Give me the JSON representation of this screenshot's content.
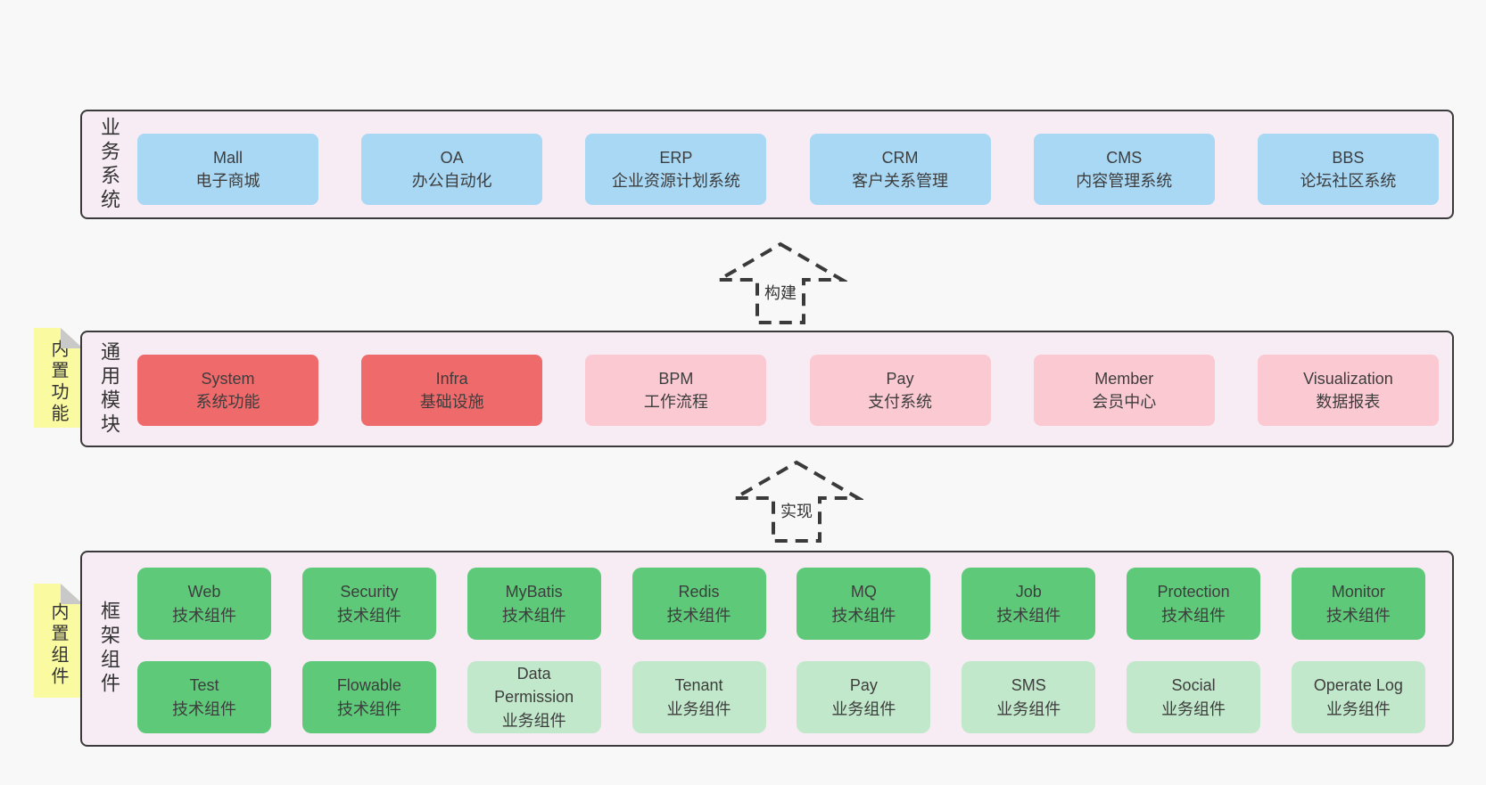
{
  "colors": {
    "page_bg": "#f8f8f8",
    "band_bg": "#f7ecf4",
    "border": "#3a3a3a",
    "blue": "#a9d8f5",
    "red": "#ee6a6b",
    "pink": "#fbc9d2",
    "green": "#5fc97a",
    "light_green": "#c2e8cb",
    "sticky_yellow": "#fafaa1",
    "fold_gray": "#c9c9c9",
    "text": "#3d3d3d"
  },
  "bands": [
    {
      "title": "业务系统",
      "nodes": [
        {
          "tone": "blue",
          "lines": [
            "Mall",
            "电子商城"
          ]
        },
        {
          "tone": "blue",
          "lines": [
            "OA",
            "办公自动化"
          ]
        },
        {
          "tone": "blue",
          "lines": [
            "ERP",
            "企业资源计划系统"
          ]
        },
        {
          "tone": "blue",
          "lines": [
            "CRM",
            "客户关系管理"
          ]
        },
        {
          "tone": "blue",
          "lines": [
            "CMS",
            "内容管理系统"
          ]
        },
        {
          "tone": "blue",
          "lines": [
            "BBS",
            "论坛社区系统"
          ]
        }
      ]
    },
    {
      "title": "通用模块",
      "sticky": "内置功能",
      "nodes": [
        {
          "tone": "red",
          "lines": [
            "System",
            "系统功能"
          ]
        },
        {
          "tone": "red",
          "lines": [
            "Infra",
            "基础设施"
          ]
        },
        {
          "tone": "pink",
          "lines": [
            "BPM",
            "工作流程"
          ]
        },
        {
          "tone": "pink",
          "lines": [
            "Pay",
            "支付系统"
          ]
        },
        {
          "tone": "pink",
          "lines": [
            "Member",
            "会员中心"
          ]
        },
        {
          "tone": "pink",
          "lines": [
            "Visualization",
            "数据报表"
          ]
        }
      ]
    },
    {
      "title": "框架组件",
      "sticky": "内置组件",
      "rows": [
        [
          {
            "tone": "green",
            "lines": [
              "Web",
              "技术组件"
            ]
          },
          {
            "tone": "green",
            "lines": [
              "Security",
              "技术组件"
            ]
          },
          {
            "tone": "green",
            "lines": [
              "MyBatis",
              "技术组件"
            ]
          },
          {
            "tone": "green",
            "lines": [
              "Redis",
              "技术组件"
            ]
          },
          {
            "tone": "green",
            "lines": [
              "MQ",
              "技术组件"
            ]
          },
          {
            "tone": "green",
            "lines": [
              "Job",
              "技术组件"
            ]
          },
          {
            "tone": "green",
            "lines": [
              "Protection",
              "技术组件"
            ]
          },
          {
            "tone": "green",
            "lines": [
              "Monitor",
              "技术组件"
            ]
          }
        ],
        [
          {
            "tone": "green",
            "lines": [
              "Test",
              "技术组件"
            ]
          },
          {
            "tone": "green",
            "lines": [
              "Flowable",
              "技术组件"
            ]
          },
          {
            "tone": "lightgreen",
            "lines": [
              "Data",
              "Permission",
              "业务组件"
            ]
          },
          {
            "tone": "lightgreen",
            "lines": [
              "Tenant",
              "业务组件"
            ]
          },
          {
            "tone": "lightgreen",
            "lines": [
              "Pay",
              "业务组件"
            ]
          },
          {
            "tone": "lightgreen",
            "lines": [
              "SMS",
              "业务组件"
            ]
          },
          {
            "tone": "lightgreen",
            "lines": [
              "Social",
              "业务组件"
            ]
          },
          {
            "tone": "lightgreen",
            "lines": [
              "Operate Log",
              "业务组件"
            ]
          }
        ]
      ]
    }
  ],
  "arrows": [
    {
      "label": "构建"
    },
    {
      "label": "实现"
    }
  ]
}
